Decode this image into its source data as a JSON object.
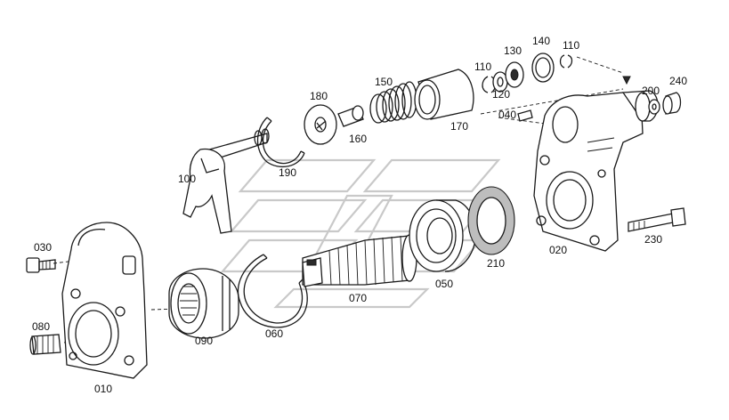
{
  "labels": {
    "p010": "010",
    "p020": "020",
    "p030": "030",
    "p040": "040",
    "p050": "050",
    "p060": "060",
    "p070": "070",
    "p080": "080",
    "p090": "090",
    "p100": "100",
    "p110a": "110",
    "p110b": "110",
    "p120": "120",
    "p130": "130",
    "p140": "140",
    "p150": "150",
    "p160": "160",
    "p170": "170",
    "p180": "180",
    "p190": "190",
    "p200": "200",
    "p210": "210",
    "p230": "230",
    "p240": "240"
  }
}
